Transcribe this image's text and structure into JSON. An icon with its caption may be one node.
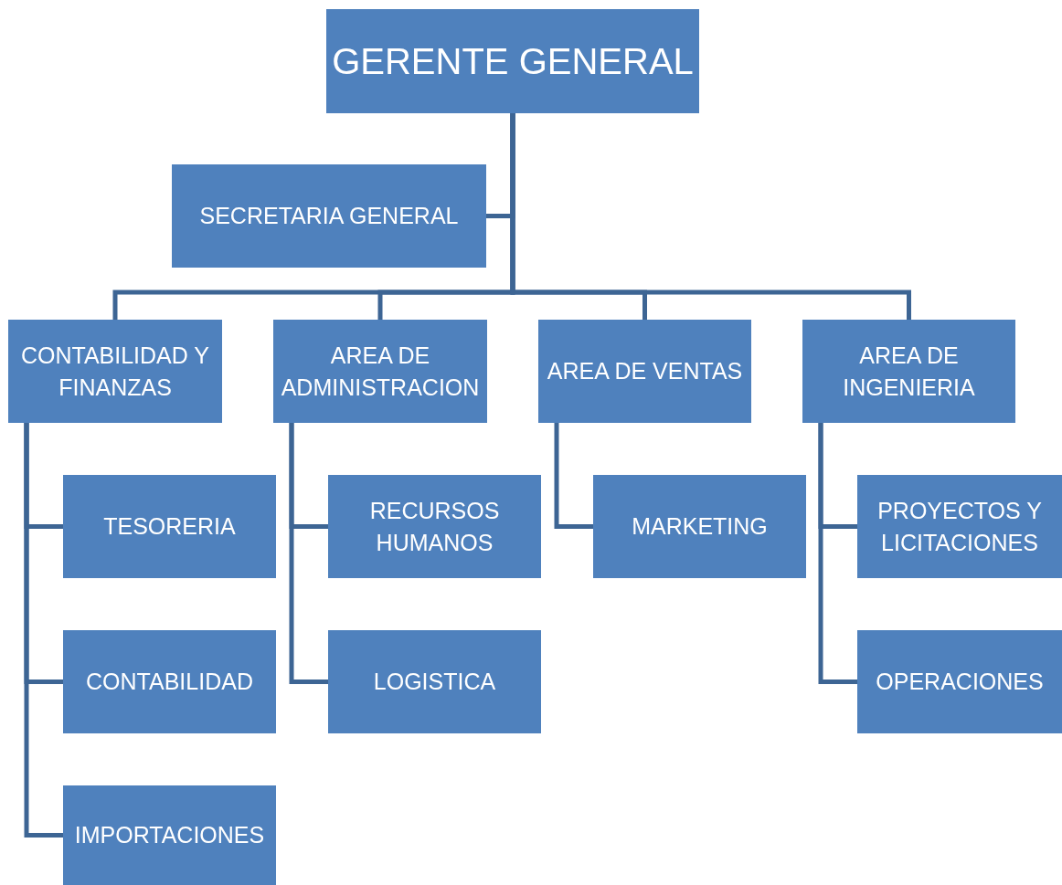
{
  "diagram": {
    "nodes": [
      {
        "text": [
          "GERENTE GENERAL"
        ]
      },
      {
        "text": [
          "SECRETARIA GENERAL"
        ]
      },
      {
        "text": [
          "CONTABILIDAD Y FINANZAS"
        ]
      },
      {
        "text": [
          "AREA DE ADMINISTRACION"
        ]
      },
      {
        "text": [
          "AREA DE VENTAS"
        ]
      },
      {
        "text": [
          "AREA DE INGENIERIA"
        ]
      },
      {
        "text": [
          "TESORERIA"
        ]
      },
      {
        "text": [
          "CONTABILIDAD"
        ]
      },
      {
        "text": [
          "IMPORTACIONES"
        ]
      },
      {
        "text": [
          "RECURSOS HUMANOS"
        ]
      },
      {
        "text": [
          "LOGISTICA"
        ]
      },
      {
        "text": [
          "MARKETING"
        ]
      },
      {
        "text": [
          "PROYECTOS Y LICITACIONES"
        ]
      },
      {
        "text": [
          "OPERACIONES"
        ]
      }
    ],
    "edges": [
      {
        "from": 0,
        "to": 1,
        "arrow": "none"
      },
      {
        "from": 0,
        "to": 2,
        "arrow": "none"
      },
      {
        "from": 0,
        "to": 3,
        "arrow": "none"
      },
      {
        "from": 0,
        "to": 4,
        "arrow": "none"
      },
      {
        "from": 0,
        "to": 5,
        "arrow": "none"
      },
      {
        "from": 2,
        "to": 6,
        "arrow": "none"
      },
      {
        "from": 2,
        "to": 7,
        "arrow": "none"
      },
      {
        "from": 2,
        "to": 8,
        "arrow": "none"
      },
      {
        "from": 3,
        "to": 9,
        "arrow": "none"
      },
      {
        "from": 3,
        "to": 10,
        "arrow": "none"
      },
      {
        "from": 4,
        "to": 11,
        "arrow": "none"
      },
      {
        "from": 5,
        "to": 12,
        "arrow": "none"
      },
      {
        "from": 5,
        "to": 13,
        "arrow": "none"
      }
    ]
  }
}
